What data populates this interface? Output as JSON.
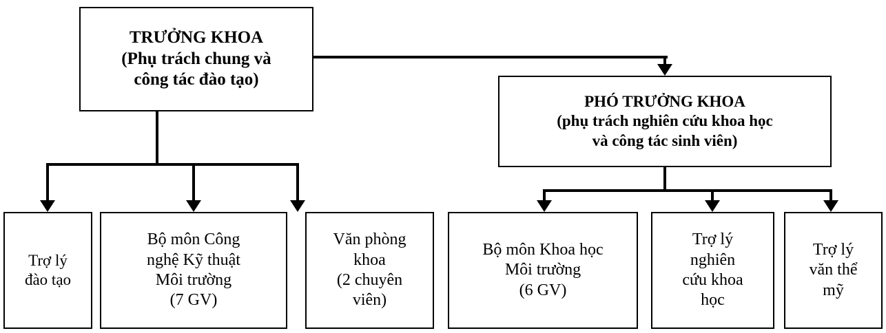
{
  "diagram": {
    "title": "So do to chuc khoa",
    "line_color": "#000000",
    "box_border_color": "#000000",
    "background_color": "#ffffff",
    "nodes": {
      "dean": {
        "label": "TRƯỞNG KHOA\n(Phụ trách chung và\ncông tác đào tạo)"
      },
      "vice_dean": {
        "label": "PHÓ TRƯỞNG KHOA\n(phụ trách nghiên cứu khoa học\nvà công tác sinh viên)"
      },
      "leaves": [
        {
          "id": "training-assistant",
          "label": "Trợ lý\nđào tạo"
        },
        {
          "id": "dept-environmental-engineering-technology",
          "label": "Bộ môn Công\nnghệ Kỹ thuật\nMôi trường\n(7 GV)"
        },
        {
          "id": "faculty-office",
          "label": "Văn phòng\nkhoa\n(2 chuyên\nviên)"
        },
        {
          "id": "dept-environmental-science",
          "label": "Bộ môn Khoa học\nMôi trường\n(6 GV)"
        },
        {
          "id": "research-assistant",
          "label": "Trợ lý\nnghiên\ncứu khoa\nhọc"
        },
        {
          "id": "culture-sports-arts-assistant",
          "label": "Trợ lý\nvăn thể\nmỹ"
        }
      ]
    }
  }
}
